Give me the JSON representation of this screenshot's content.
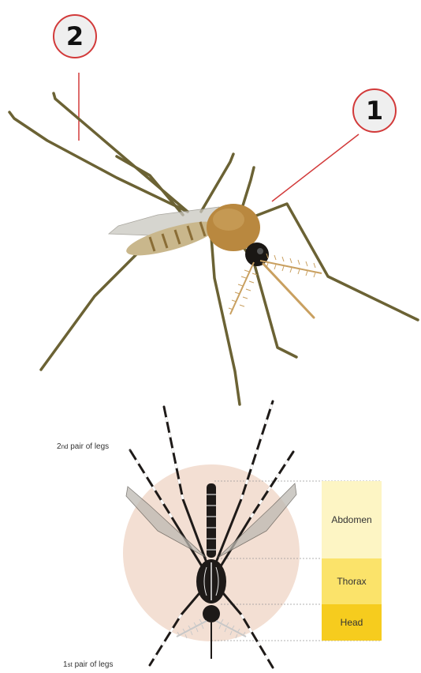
{
  "callouts": [
    {
      "number": "1"
    },
    {
      "number": "2"
    }
  ],
  "body_parts": [
    {
      "label": "Abdomen",
      "color": "#fdf5c4"
    },
    {
      "label": "Thorax",
      "color": "#fbe36a"
    },
    {
      "label": "Head",
      "color": "#f6cc1e"
    }
  ],
  "leg_labels": {
    "second": {
      "ordinal": "2",
      "suffix": "nd",
      "text": " pair of legs"
    },
    "first": {
      "ordinal": "1",
      "suffix": "st",
      "text": " pair of legs"
    }
  },
  "colors": {
    "callout_line": "#d23a3a",
    "leg": "#6b6234",
    "mosquito_body": "#b9883f",
    "top_view_body": "#1e1a18",
    "halo": "#f3dfd3"
  }
}
